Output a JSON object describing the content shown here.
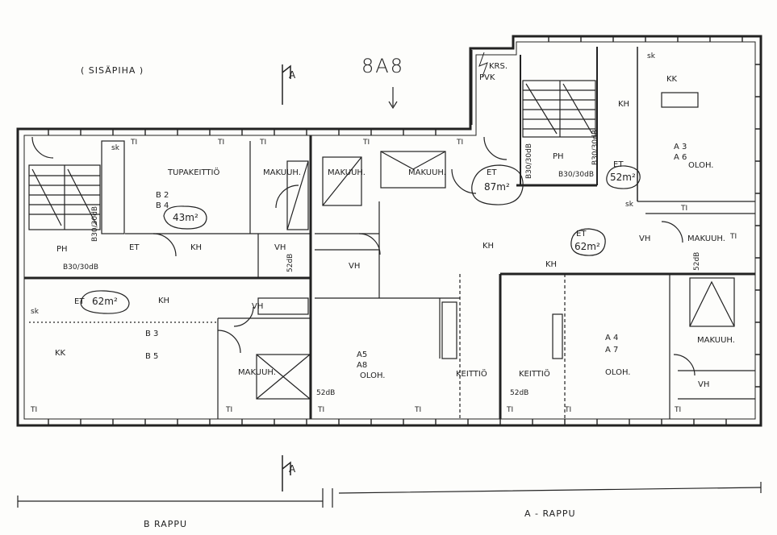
{
  "header": {
    "courtyard": "( SISÄPIHA )",
    "block_code": "8A8",
    "section_mark": "A"
  },
  "footer": {
    "stair_b": "B RAPPU",
    "stair_a": "A - RAPPU"
  },
  "rooms": {
    "tupakeittio": "TUPAKEITTIÖ",
    "makuuh": "MAKUUH.",
    "ph": "PH",
    "et": "ET",
    "kh": "KH",
    "vh": "VH",
    "kk": "KK",
    "oloh": "OLOH.",
    "keittio": "KEITTIÖ",
    "krs": "KRS.",
    "pvk": "PVK",
    "sk": "sk",
    "ti": "TI"
  },
  "apartments": {
    "b2": "B 2",
    "b4": "B 4",
    "b3": "B 3",
    "b5": "B 5",
    "a5": "A5",
    "a8": "A8",
    "a3": "A 3",
    "a6": "A 6",
    "a4": "A 4",
    "a7": "A 7"
  },
  "areas": {
    "b24": "43m²",
    "b35": "62m²",
    "a58": "87m²",
    "a36": "52m²",
    "a47": "62m²"
  },
  "notes": {
    "b30": "B30/30dB",
    "db52": "52dB"
  }
}
